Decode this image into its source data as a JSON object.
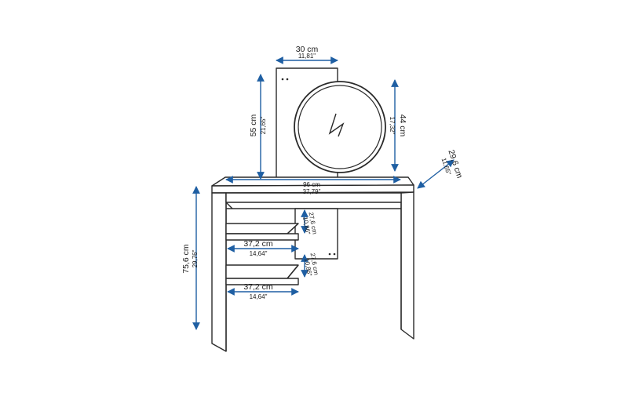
{
  "colors": {
    "line": "#2a2a2a",
    "dimension_arrow": "#1f5fa3",
    "background": "#ffffff"
  },
  "dimensions": {
    "back_panel_width": {
      "metric": "30 cm",
      "imperial": "11,81\""
    },
    "back_panel_height": {
      "metric": "55 cm",
      "imperial": "21,65\""
    },
    "mirror_diameter": {
      "metric": "44 cm",
      "imperial": "17,32\""
    },
    "depth": {
      "metric": "29,6 cm",
      "imperial": "11,65\""
    },
    "top_width": {
      "metric": "96 cm",
      "imperial": "37,79\""
    },
    "total_height": {
      "metric": "75,6 cm",
      "imperial": "29,76\""
    },
    "shelf_gap_upper": {
      "metric": "27,6 cm",
      "imperial": "10,86\""
    },
    "shelf_width_upper": {
      "metric": "37,2 cm",
      "imperial": "14,64\""
    },
    "shelf_gap_lower": {
      "metric": "27,6 cm",
      "imperial": "10,86\""
    },
    "shelf_width_lower": {
      "metric": "37,2 cm",
      "imperial": "14,64\""
    }
  }
}
